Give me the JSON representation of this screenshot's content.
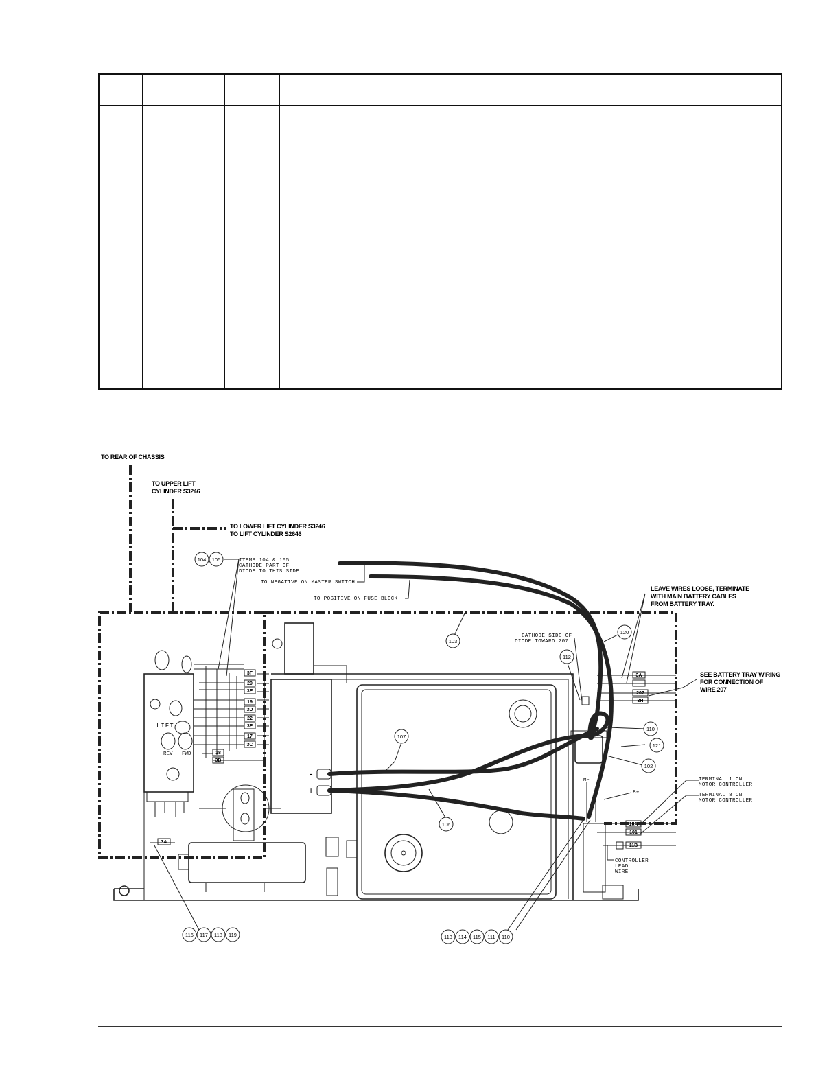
{
  "callouts": {
    "rear_chassis": "TO REAR OF CHASSIS",
    "upper_lift_1": "TO UPPER LIFT",
    "upper_lift_2": "CYLINDER S3246",
    "lower_lift_1": "TO LOWER LIFT CYLINDER S3246",
    "lower_lift_2": "TO LIFT CYLINDER S2646",
    "leave_wires_1": "LEAVE WIRES LOOSE, TERMINATE",
    "leave_wires_2": "WITH MAIN BATTERY CABLES",
    "leave_wires_3": "FROM BATTERY TRAY.",
    "battery_tray_1": "SEE BATTERY TRAY WIRING",
    "battery_tray_2": "FOR CONNECTION OF",
    "battery_tray_3": "WIRE 207"
  },
  "notes": {
    "items_104_105_1": "ITEMS 104 & 105",
    "items_104_105_2": "CATHODE PART OF",
    "items_104_105_3": "DIODE TO THIS SIDE",
    "negative_master": "TO NEGATIVE ON MASTER SWITCH",
    "positive_fuse": "TO POSITIVE ON FUSE BLOCK",
    "cathode_207_1": "CATHODE SIDE OF",
    "cathode_207_2": "DIODE TOWARD 207",
    "terminal_1_a": "TERMINAL 1 ON",
    "terminal_1_b": "MOTOR CONTROLLER",
    "terminal_8_a": "TERMINAL 8 ON",
    "terminal_8_b": "MOTOR CONTROLLER",
    "controller_lead_1": "CONTROLLER",
    "controller_lead_2": "LEAD",
    "controller_lead_3": "WIRE",
    "m_minus": "M-",
    "b_plus": "B+",
    "minus_sign": "-",
    "plus_sign": "+",
    "lift": "LIFT",
    "rev": "REV",
    "fwd": "FWD"
  },
  "bubbles": {
    "b104": "104",
    "b105": "105",
    "b103": "103",
    "b120": "120",
    "b112": "112",
    "b110": "110",
    "b121": "121",
    "b102": "102",
    "b107": "107",
    "b106": "106",
    "b116": "116",
    "b117": "117",
    "b118": "118",
    "b119": "119",
    "b113": "113",
    "b114": "114",
    "b115": "115",
    "b111": "111",
    "b110b": "110"
  },
  "wire_tags": {
    "w3f_top": "3F",
    "w29": "29",
    "w3e": "3E",
    "w19": "19",
    "w3d": "3D",
    "w22": "22",
    "w3f": "3F",
    "w17": "17",
    "w3c": "3C",
    "w18": "18",
    "w3b": "3B",
    "w3a_low": "3A",
    "w3a": "3A",
    "w207": "207",
    "w3h": "3H",
    "w10a": "10A",
    "w101": "101",
    "w11b": "11B"
  }
}
